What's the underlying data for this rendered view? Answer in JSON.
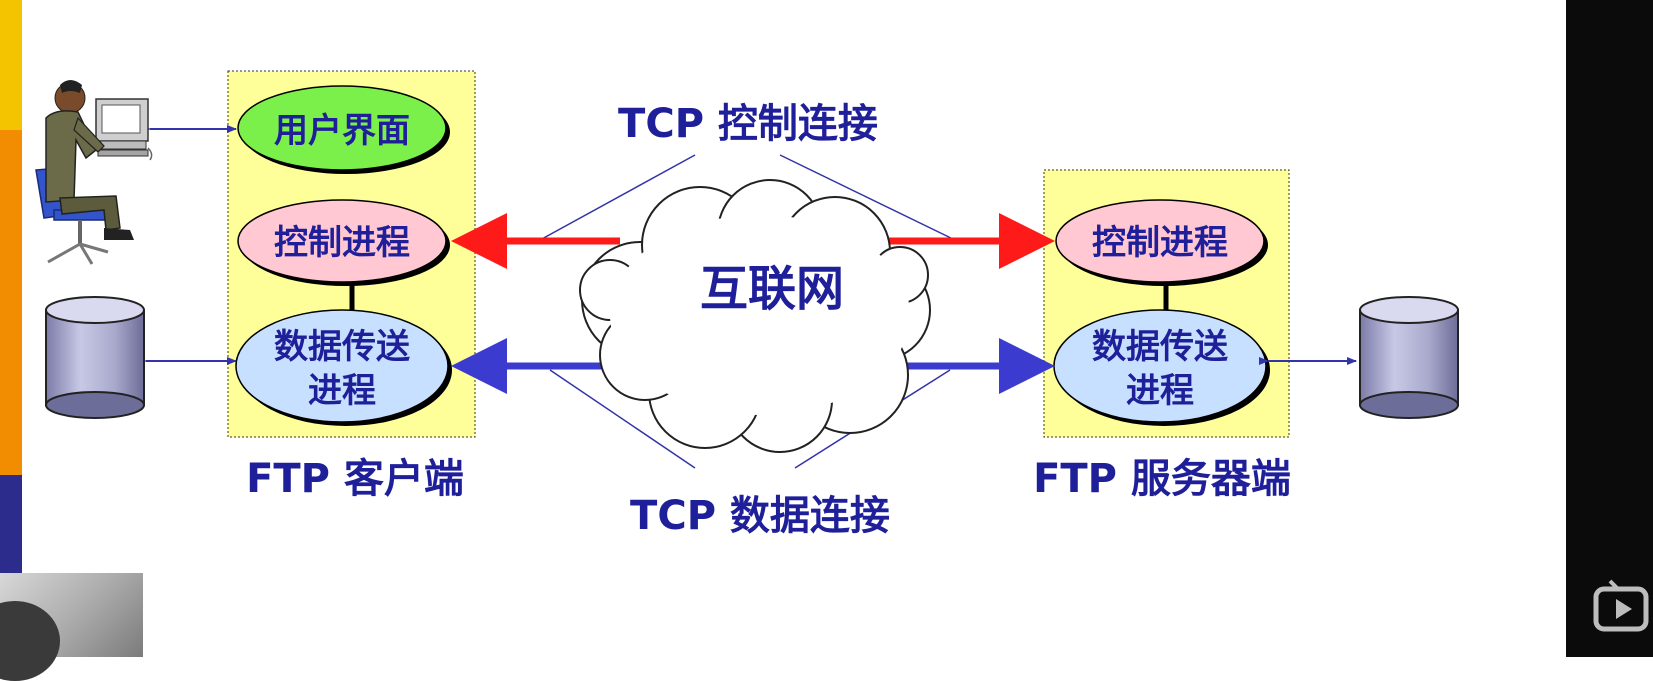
{
  "slide": {
    "accent_colors": {
      "yellow": "#f5c400",
      "orange": "#f28c00",
      "navy": "#2b2c8c"
    },
    "text_color": "#1f1f9a",
    "client_panel_color": "#ffff99",
    "control_arrow_color": "#ff1a1a",
    "data_arrow_color": "#3b3bd0"
  },
  "diagram": {
    "client": {
      "caption": "FTP 客户端",
      "user_interface": "用户界面",
      "control_process": "控制进程",
      "data_process_line1": "数据传送",
      "data_process_line2": "进程"
    },
    "server": {
      "caption": "FTP 服务器端",
      "control_process": "控制进程",
      "data_process_line1": "数据传送",
      "data_process_line2": "进程"
    },
    "internet_label": "互联网",
    "tcp_control_label": "TCP 控制连接",
    "tcp_data_label": "TCP 数据连接",
    "icons": [
      "user-at-computer-icon",
      "client-disk-icon",
      "server-disk-icon",
      "cloud-icon"
    ]
  }
}
